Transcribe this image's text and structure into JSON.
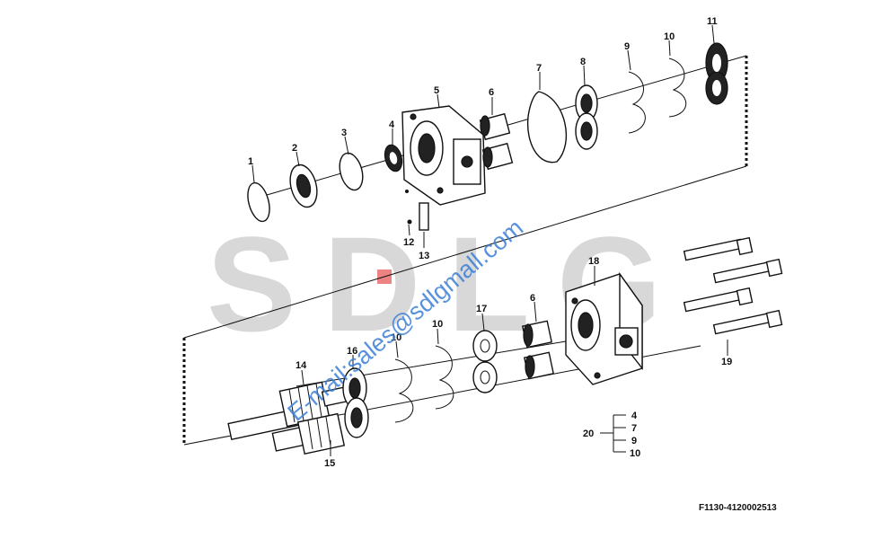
{
  "watermark": {
    "text": "SDLG",
    "email": "E-mail:sales@sdlgmall.com"
  },
  "drawing_code": "F1130-4120002513",
  "callouts": [
    "1",
    "2",
    "3",
    "4",
    "5",
    "6",
    "7",
    "8",
    "9",
    "10",
    "11",
    "12",
    "13",
    "14",
    "15",
    "16",
    "17",
    "10",
    "10",
    "6",
    "18",
    "19"
  ],
  "kit": {
    "number": "20",
    "items": [
      "4",
      "7",
      "9",
      "10"
    ]
  },
  "colors": {
    "line": "#111111",
    "watermark": "#d8d8d8",
    "email": "#3b7fd6",
    "accent": "#e03030"
  }
}
